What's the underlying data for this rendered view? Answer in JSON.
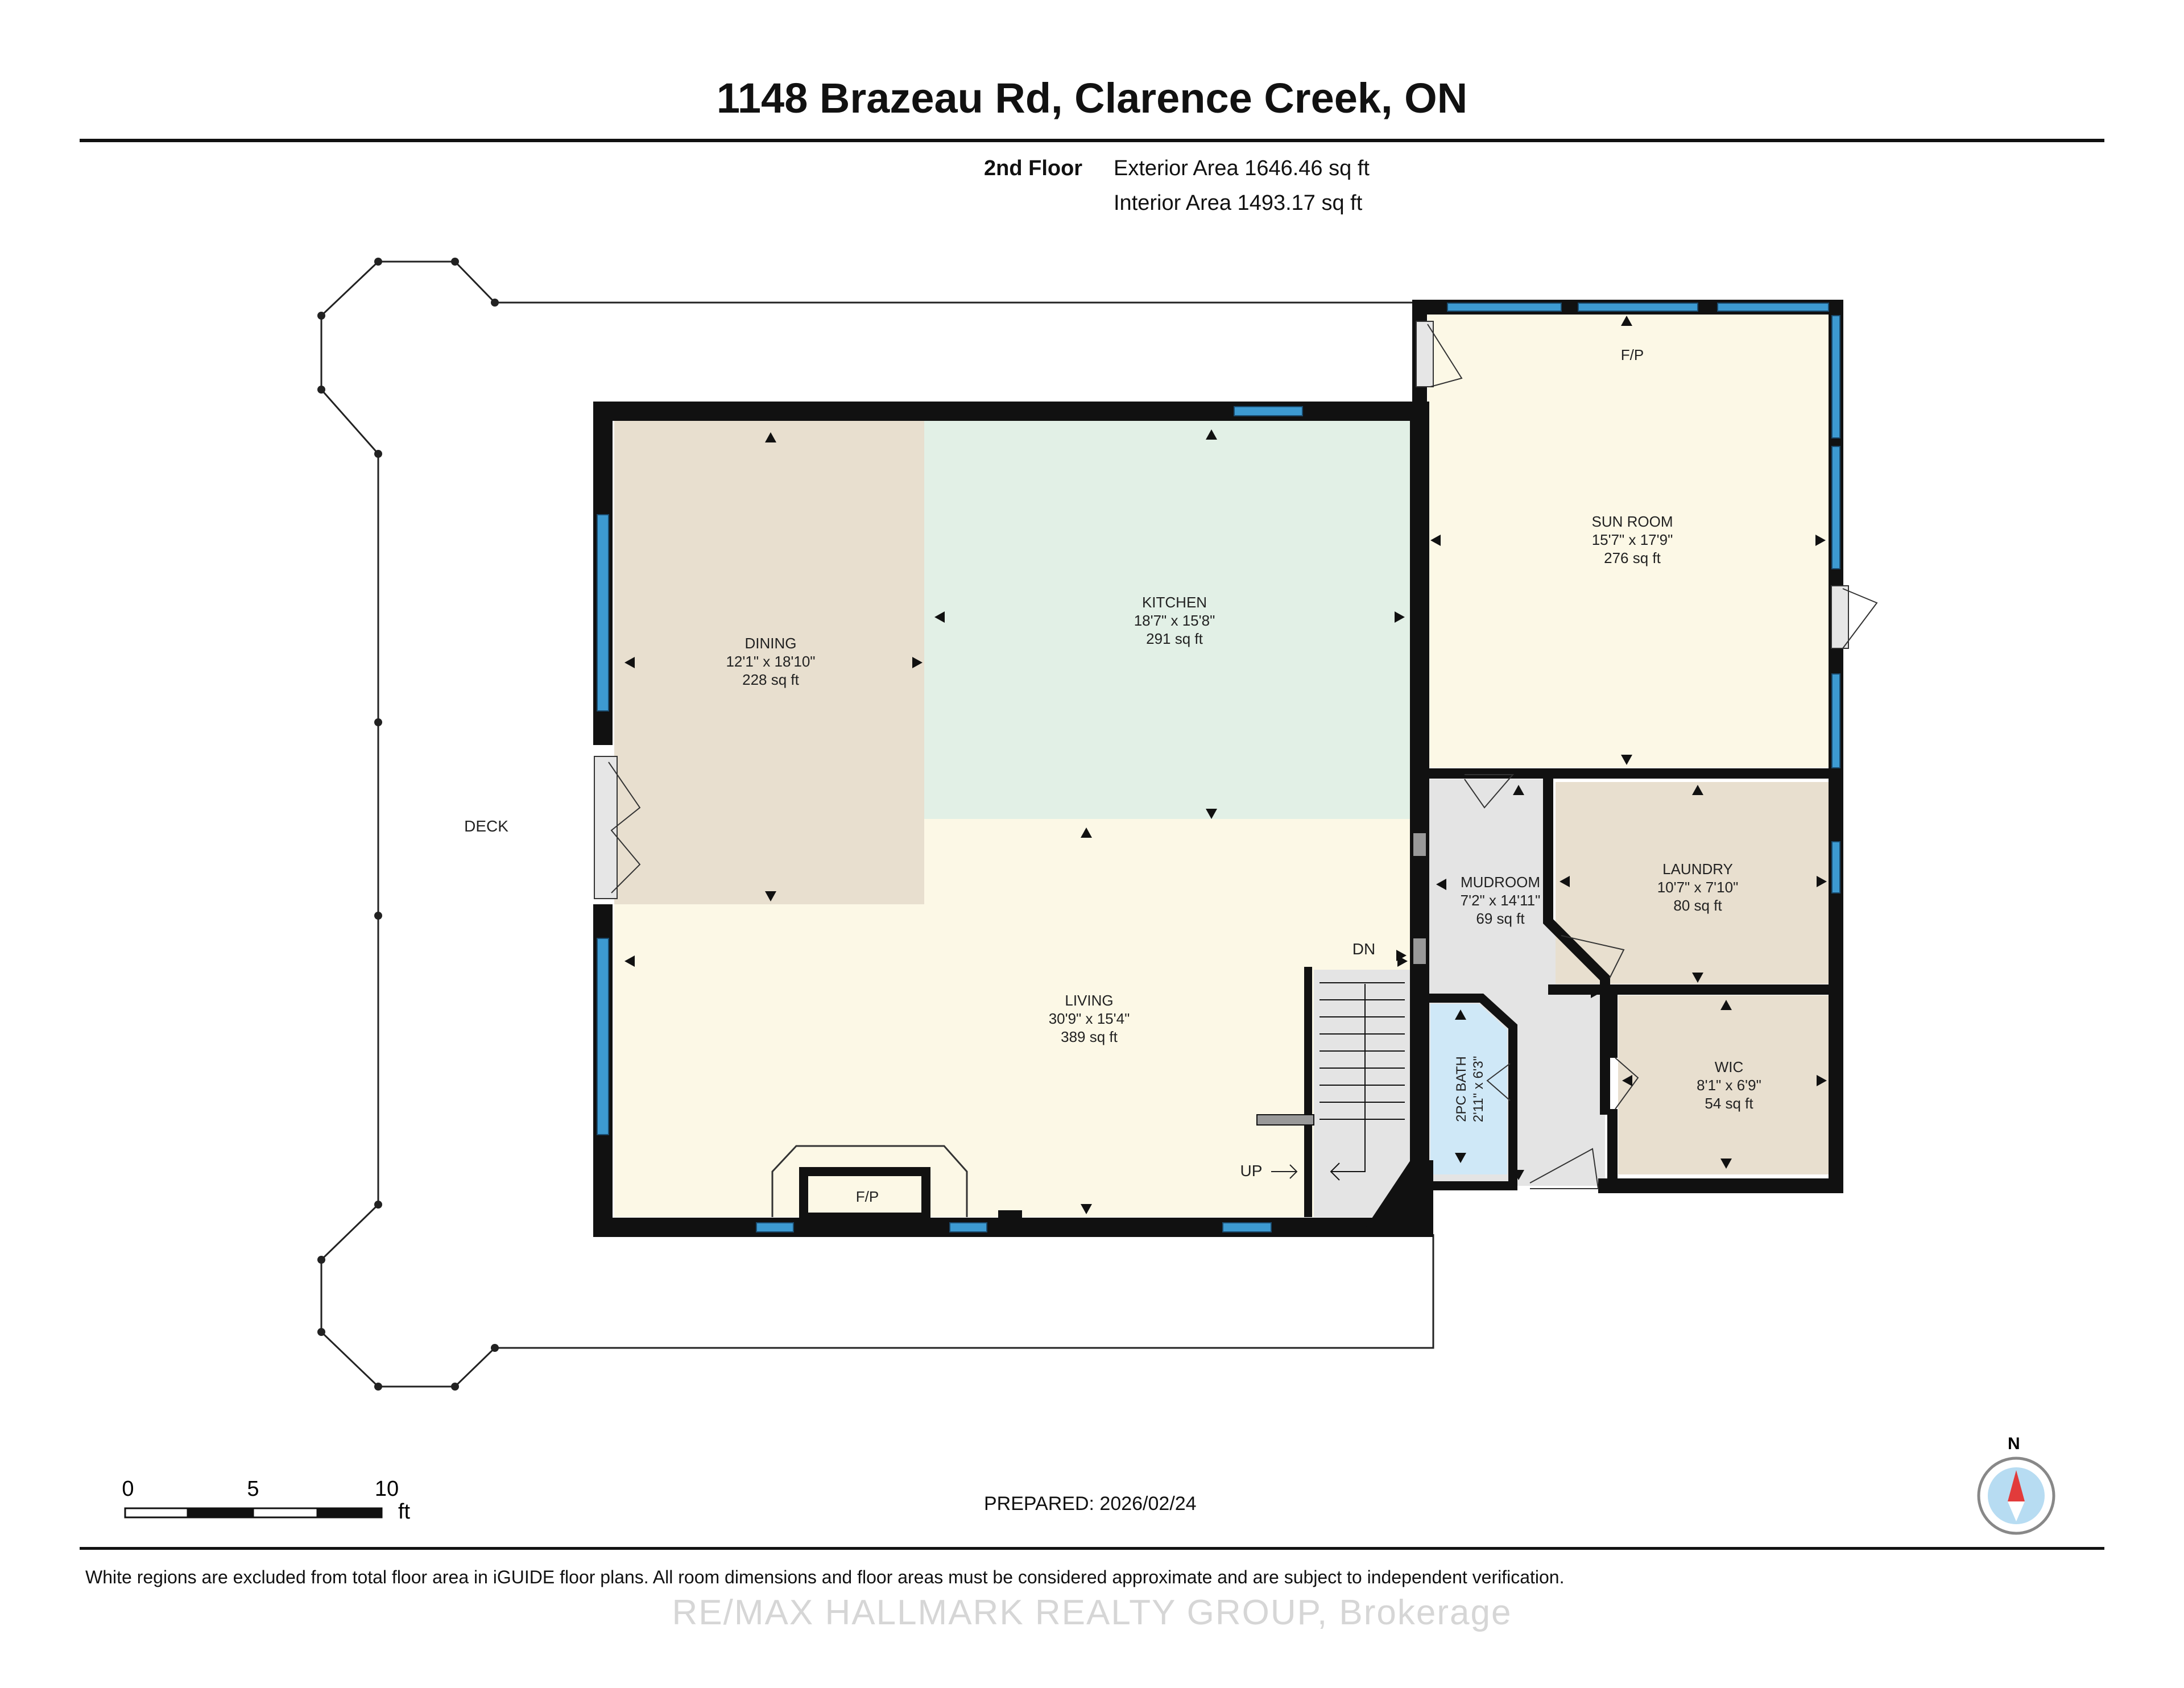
{
  "header": {
    "title": "1148 Brazeau Rd, Clarence Creek, ON",
    "floor": "2nd Floor",
    "exterior_area": "Exterior Area 1646.46 sq ft",
    "interior_area": "Interior Area 1493.17 sq ft"
  },
  "rooms": {
    "dining": {
      "name": "DINING",
      "dims": "12'1\" x 18'10\"",
      "area": "228 sq ft"
    },
    "kitchen": {
      "name": "KITCHEN",
      "dims": "18'7\" x 15'8\"",
      "area": "291 sq ft"
    },
    "sunroom": {
      "name": "SUN ROOM",
      "dims": "15'7\" x 17'9\"",
      "area": "276 sq ft"
    },
    "living": {
      "name": "LIVING",
      "dims": "30'9\" x 15'4\"",
      "area": "389 sq ft"
    },
    "mudroom": {
      "name": "MUDROOM",
      "dims": "7'2\" x 14'11\"",
      "area": "69 sq ft"
    },
    "laundry": {
      "name": "LAUNDRY",
      "dims": "10'7\" x 7'10\"",
      "area": "80 sq ft"
    },
    "wic": {
      "name": "WIC",
      "dims": "8'1\" x 6'9\"",
      "area": "54 sq ft"
    },
    "bath": {
      "name": "2PC BATH",
      "dims": "2'11\" x 6'3\""
    }
  },
  "labels": {
    "deck": "DECK",
    "fp_sunroom": "F/P",
    "fp_living": "F/P",
    "dn": "DN",
    "up": "UP"
  },
  "scale": {
    "ticks": [
      "0",
      "5",
      "10"
    ],
    "unit": "ft"
  },
  "compass": {
    "north": "N"
  },
  "footer": {
    "prepared": "PREPARED: 2026/02/24",
    "disclaimer": "White regions are excluded from total floor area in iGUIDE floor plans. All room dimensions and floor areas must be considered approximate and are subject to independent verification.",
    "watermark": "RE/MAX HALLMARK REALTY GROUP, Brokerage"
  },
  "colors": {
    "dining": "#e8dfcf",
    "kitchen": "#e2f0e6",
    "living": "#fcf8e6",
    "sunroom": "#fcf8e6",
    "mudroom": "#e4e4e4",
    "laundry": "#e8dfcf",
    "wic": "#e8dfcf",
    "bath": "#cfe8f7",
    "window": "#3d9ad1",
    "wall": "#111111"
  }
}
